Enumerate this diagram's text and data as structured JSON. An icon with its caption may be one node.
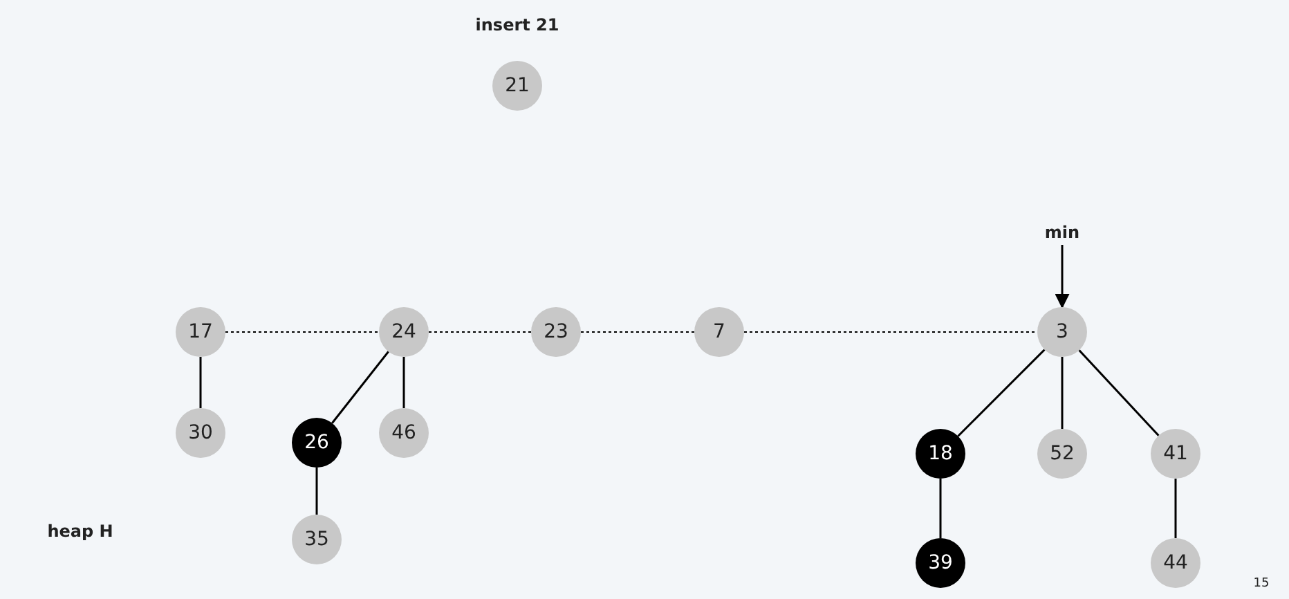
{
  "diagram": {
    "nodes": [
      {
        "text": [
          "21"
        ]
      },
      {
        "text": [
          "min"
        ]
      },
      {
        "text": [
          "17"
        ]
      },
      {
        "text": [
          "24"
        ]
      },
      {
        "text": [
          "23"
        ]
      },
      {
        "text": [
          "7"
        ]
      },
      {
        "text": [
          "3"
        ]
      },
      {
        "text": [
          "30"
        ]
      },
      {
        "text": [
          "26"
        ]
      },
      {
        "text": [
          "46"
        ]
      },
      {
        "text": [
          "35"
        ]
      },
      {
        "text": [
          "18"
        ]
      },
      {
        "text": [
          "52"
        ]
      },
      {
        "text": [
          "41"
        ]
      },
      {
        "text": [
          "39"
        ]
      },
      {
        "text": [
          "44"
        ]
      }
    ],
    "edges": [
      {
        "from": 1,
        "to": 6,
        "arrow": "to"
      },
      {
        "from": 2,
        "to": 3,
        "arrow": "none",
        "style": "dashed"
      },
      {
        "from": 3,
        "to": 4,
        "arrow": "none",
        "style": "dashed"
      },
      {
        "from": 4,
        "to": 5,
        "arrow": "none",
        "style": "dashed"
      },
      {
        "from": 5,
        "to": 6,
        "arrow": "none",
        "style": "dashed"
      },
      {
        "from": 2,
        "to": 7,
        "arrow": "none"
      },
      {
        "from": 3,
        "to": 8,
        "arrow": "none"
      },
      {
        "from": 3,
        "to": 9,
        "arrow": "none"
      },
      {
        "from": 8,
        "to": 10,
        "arrow": "none"
      },
      {
        "from": 6,
        "to": 11,
        "arrow": "none"
      },
      {
        "from": 6,
        "to": 12,
        "arrow": "none"
      },
      {
        "from": 6,
        "to": 13,
        "arrow": "none"
      },
      {
        "from": 11,
        "to": 14,
        "arrow": "none"
      },
      {
        "from": 13,
        "to": 15,
        "arrow": "none"
      }
    ],
    "labels": [
      "insert 21",
      "heap H",
      "15"
    ]
  }
}
